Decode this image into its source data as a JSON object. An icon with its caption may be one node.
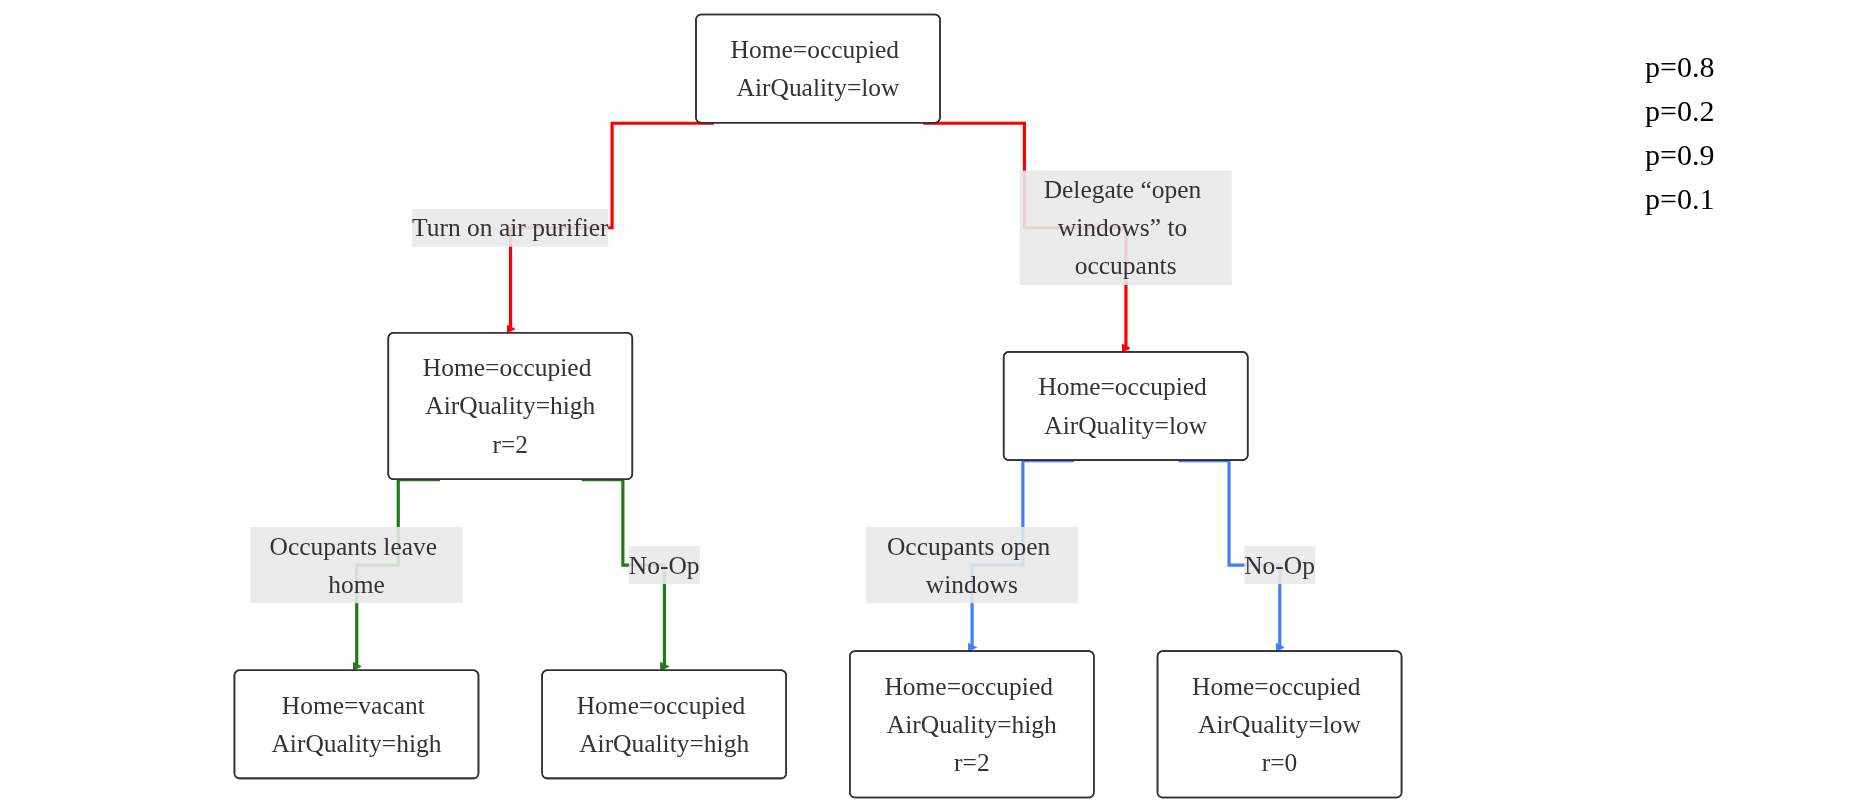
{
  "diagram": {
    "nodes": [
      {
        "text": [
          "Home=occupied AirQuality=low"
        ]
      },
      {
        "text": [
          "Home=occupied AirQuality=high",
          "r=2"
        ]
      },
      {
        "text": [
          "Home=occupied AirQuality=low"
        ]
      },
      {
        "text": [
          "Home=vacant AirQuality=high"
        ]
      },
      {
        "text": [
          "Home=occupied AirQuality=high"
        ]
      },
      {
        "text": [
          "Home=occupied AirQuality=high",
          "r=2"
        ]
      },
      {
        "text": [
          "Home=occupied AirQuality=low",
          "r=0"
        ]
      }
    ],
    "edges": [
      {
        "from": 0,
        "to": 1,
        "arrow": "to",
        "label": "Turn on air purifier",
        "color": "#ff0000"
      },
      {
        "from": 0,
        "to": 2,
        "arrow": "to",
        "label": "Delegate “open windows” to occupants",
        "color": "#ff0000"
      },
      {
        "from": 1,
        "to": 3,
        "arrow": "to",
        "label": "Occupants leave home",
        "color": "#1e7d12"
      },
      {
        "from": 1,
        "to": 4,
        "arrow": "to",
        "label": "No-Op",
        "color": "#1e7d12"
      },
      {
        "from": 2,
        "to": 5,
        "arrow": "to",
        "label": "Occupants open windows",
        "color": "#3f7fff"
      },
      {
        "from": 2,
        "to": 6,
        "arrow": "to",
        "label": "No-Op",
        "color": "#3f7fff"
      }
    ],
    "labels": [
      "p=0.8",
      "p=0.2",
      "p=0.9",
      "p=0.1"
    ]
  }
}
